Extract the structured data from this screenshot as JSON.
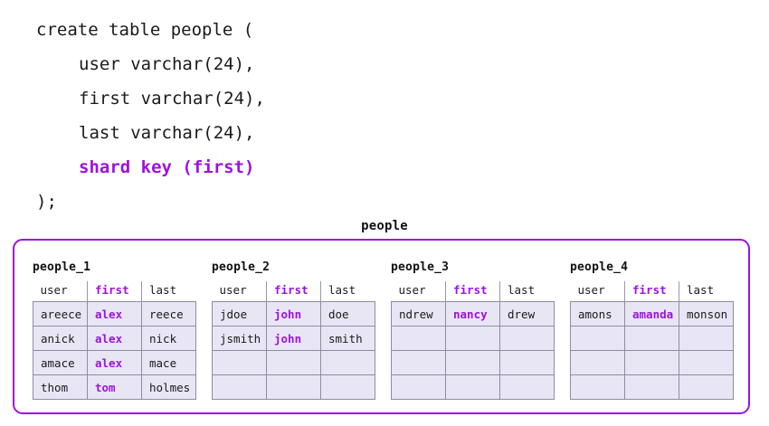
{
  "code": {
    "lines": [
      {
        "text": "create table people (",
        "indent": false,
        "highlight": false
      },
      {
        "text": "user varchar(24),",
        "indent": true,
        "highlight": false
      },
      {
        "text": "first varchar(24),",
        "indent": true,
        "highlight": false
      },
      {
        "text": "last varchar(24),",
        "indent": true,
        "highlight": false
      },
      {
        "text": "shard key (first)",
        "indent": true,
        "highlight": true
      },
      {
        "text": ");",
        "indent": false,
        "highlight": false
      }
    ]
  },
  "diagram": {
    "title": "people",
    "accent_color": "#9b13e0",
    "cell_fill_color": "#e8e6f4",
    "cell_border_color": "#8f8ca3",
    "columns": [
      "user",
      "first",
      "last"
    ],
    "key_column": "first",
    "shards": [
      {
        "label": "people_1",
        "rows": [
          {
            "user": "areece",
            "first": "alex",
            "last": "reece"
          },
          {
            "user": "anick",
            "first": "alex",
            "last": "nick"
          },
          {
            "user": "amace",
            "first": "alex",
            "last": "mace"
          },
          {
            "user": "thom",
            "first": "tom",
            "last": "holmes"
          }
        ]
      },
      {
        "label": "people_2",
        "rows": [
          {
            "user": "jdoe",
            "first": "john",
            "last": "doe"
          },
          {
            "user": "jsmith",
            "first": "john",
            "last": "smith"
          },
          {
            "user": "",
            "first": "",
            "last": ""
          },
          {
            "user": "",
            "first": "",
            "last": ""
          }
        ]
      },
      {
        "label": "people_3",
        "rows": [
          {
            "user": "ndrew",
            "first": "nancy",
            "last": "drew"
          },
          {
            "user": "",
            "first": "",
            "last": ""
          },
          {
            "user": "",
            "first": "",
            "last": ""
          },
          {
            "user": "",
            "first": "",
            "last": ""
          }
        ]
      },
      {
        "label": "people_4",
        "rows": [
          {
            "user": "amons",
            "first": "amanda",
            "last": "monson"
          },
          {
            "user": "",
            "first": "",
            "last": ""
          },
          {
            "user": "",
            "first": "",
            "last": ""
          },
          {
            "user": "",
            "first": "",
            "last": ""
          }
        ]
      }
    ]
  }
}
